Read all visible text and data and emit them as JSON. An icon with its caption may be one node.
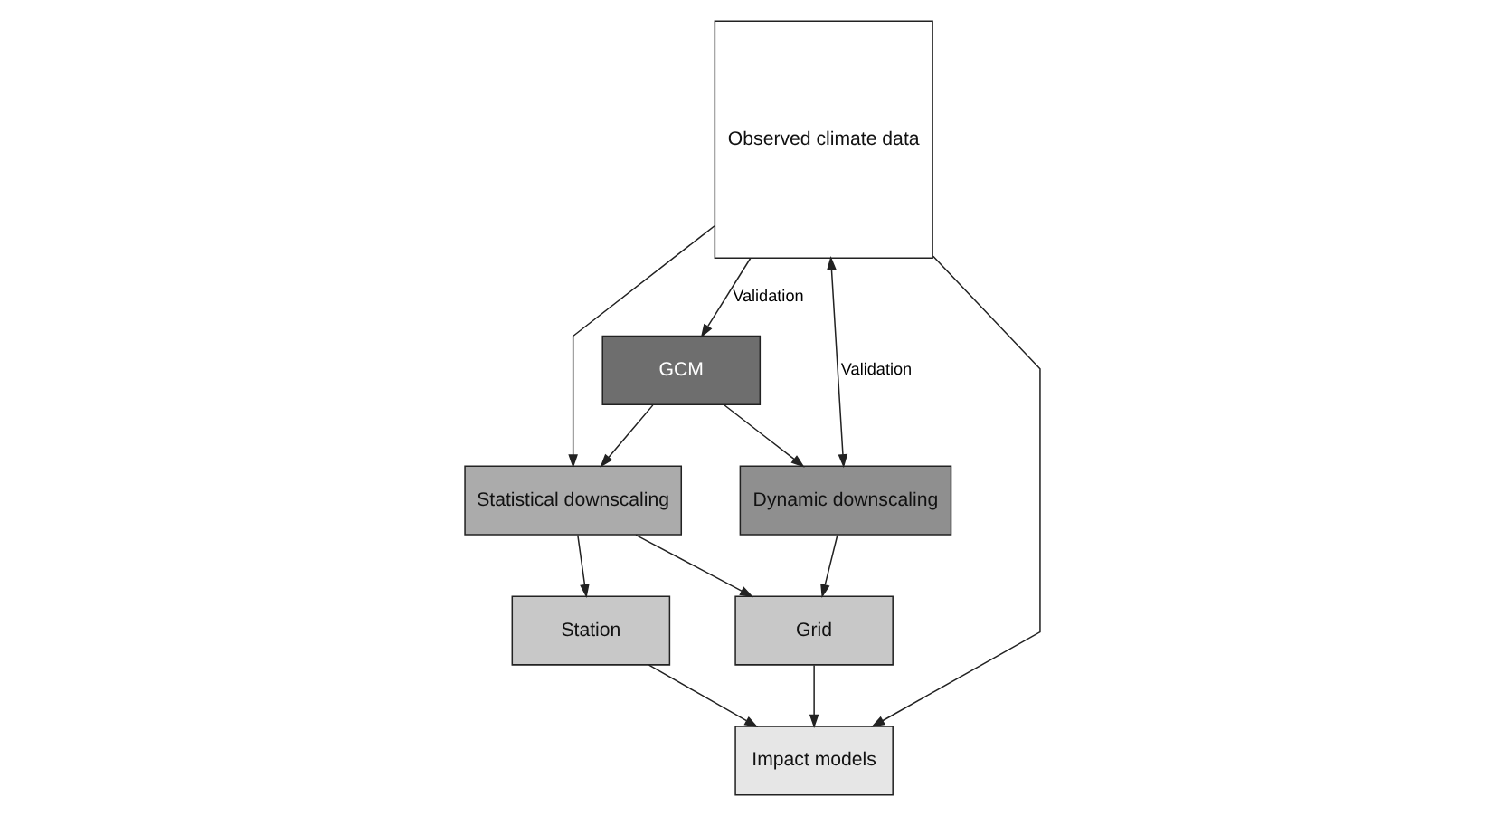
{
  "diagram": {
    "nodes": [
      {
        "text": [
          "Observed climate data"
        ]
      },
      {
        "text": [
          "GCM"
        ]
      },
      {
        "text": [
          "Dynamic downscaling"
        ]
      },
      {
        "text": [
          "Statistical downscaling"
        ]
      },
      {
        "text": [
          "Grid"
        ]
      },
      {
        "text": [
          "Station"
        ]
      },
      {
        "text": [
          "Impact models"
        ]
      }
    ],
    "edges": [
      {
        "from": 0,
        "to": 1,
        "arrow": "to",
        "label": "Validation"
      },
      {
        "from": 1,
        "to": 2,
        "arrow": "to"
      },
      {
        "from": 1,
        "to": 3,
        "arrow": "to"
      },
      {
        "from": 0,
        "to": 2,
        "arrow": "both",
        "label": "Validation"
      },
      {
        "from": 0,
        "to": 3,
        "arrow": "to"
      },
      {
        "from": 3,
        "to": 4,
        "arrow": "to"
      },
      {
        "from": 2,
        "to": 4,
        "arrow": "to"
      },
      {
        "from": 3,
        "to": 5,
        "arrow": "to"
      },
      {
        "from": 4,
        "to": 6,
        "arrow": "to"
      },
      {
        "from": 5,
        "to": 6,
        "arrow": "to"
      },
      {
        "from": 0,
        "to": 6,
        "arrow": "to"
      }
    ]
  }
}
